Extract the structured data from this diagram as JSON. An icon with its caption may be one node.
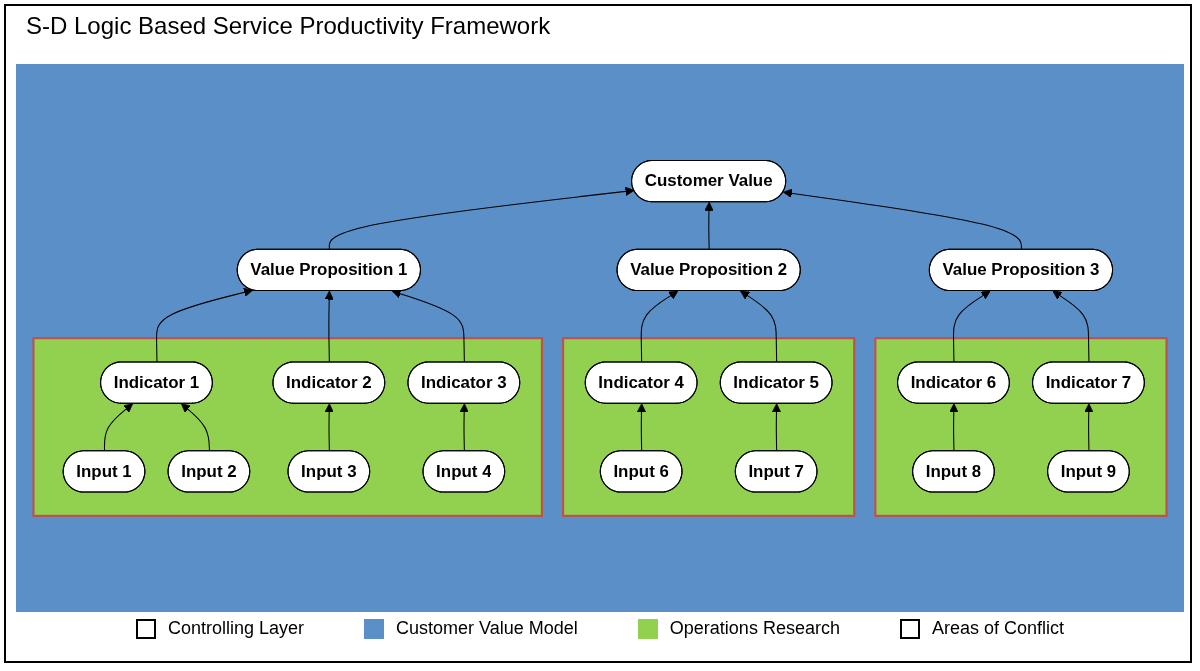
{
  "diagram": {
    "title": "S-D Logic Based Service Productivity Framework",
    "nodes": [
      {
        "text": [
          "Customer Value"
        ]
      },
      {
        "text": [
          "Value Proposition 1"
        ]
      },
      {
        "text": [
          "Value Proposition 2"
        ]
      },
      {
        "text": [
          "Value Proposition 3"
        ]
      },
      {
        "text": [],
        "shape": "box"
      },
      {
        "text": [
          "Indicator 1"
        ],
        "in": 4
      },
      {
        "text": [
          "Indicator 2"
        ],
        "in": 4
      },
      {
        "text": [
          "Indicator 3"
        ],
        "in": 4
      },
      {
        "text": [
          "Input 1"
        ],
        "in": 4
      },
      {
        "text": [
          "Input 2"
        ],
        "in": 4
      },
      {
        "text": [
          "Input 3"
        ],
        "in": 4
      },
      {
        "text": [
          "Input 4"
        ],
        "in": 4
      },
      {
        "text": [],
        "shape": "box"
      },
      {
        "text": [
          "Indicator 4"
        ],
        "in": 12
      },
      {
        "text": [
          "Indicator 5"
        ],
        "in": 12
      },
      {
        "text": [
          "Input 6"
        ],
        "in": 12
      },
      {
        "text": [
          "Input 7"
        ],
        "in": 12
      },
      {
        "text": [],
        "shape": "box"
      },
      {
        "text": [
          "Indicator 6"
        ],
        "in": 17
      },
      {
        "text": [
          "Indicator 7"
        ],
        "in": 17
      },
      {
        "text": [
          "Input 8"
        ],
        "in": 17
      },
      {
        "text": [
          "Input 9"
        ],
        "in": 17
      }
    ],
    "edges": [
      {
        "from": 1,
        "to": 0,
        "arrow": "to"
      },
      {
        "from": 2,
        "to": 0,
        "arrow": "to"
      },
      {
        "from": 3,
        "to": 0,
        "arrow": "to"
      },
      {
        "from": 5,
        "to": 1,
        "arrow": "to"
      },
      {
        "from": 6,
        "to": 1,
        "arrow": "to"
      },
      {
        "from": 7,
        "to": 1,
        "arrow": "to"
      },
      {
        "from": 8,
        "to": 5,
        "arrow": "to"
      },
      {
        "from": 9,
        "to": 5,
        "arrow": "to"
      },
      {
        "from": 10,
        "to": 6,
        "arrow": "to"
      },
      {
        "from": 11,
        "to": 7,
        "arrow": "to"
      },
      {
        "from": 13,
        "to": 2,
        "arrow": "to"
      },
      {
        "from": 14,
        "to": 2,
        "arrow": "to"
      },
      {
        "from": 15,
        "to": 13,
        "arrow": "to"
      },
      {
        "from": 16,
        "to": 14,
        "arrow": "to"
      },
      {
        "from": 18,
        "to": 3,
        "arrow": "to"
      },
      {
        "from": 19,
        "to": 3,
        "arrow": "to"
      },
      {
        "from": 20,
        "to": 18,
        "arrow": "to"
      },
      {
        "from": 21,
        "to": 19,
        "arrow": "to"
      }
    ],
    "legend": [
      {
        "text": "Controlling Layer"
      },
      {
        "text": "Customer Value Model",
        "color": "#5b8fc7"
      },
      {
        "text": "Operations Research",
        "color": "#92d050"
      },
      {
        "text": "Areas of Conflict"
      }
    ]
  }
}
